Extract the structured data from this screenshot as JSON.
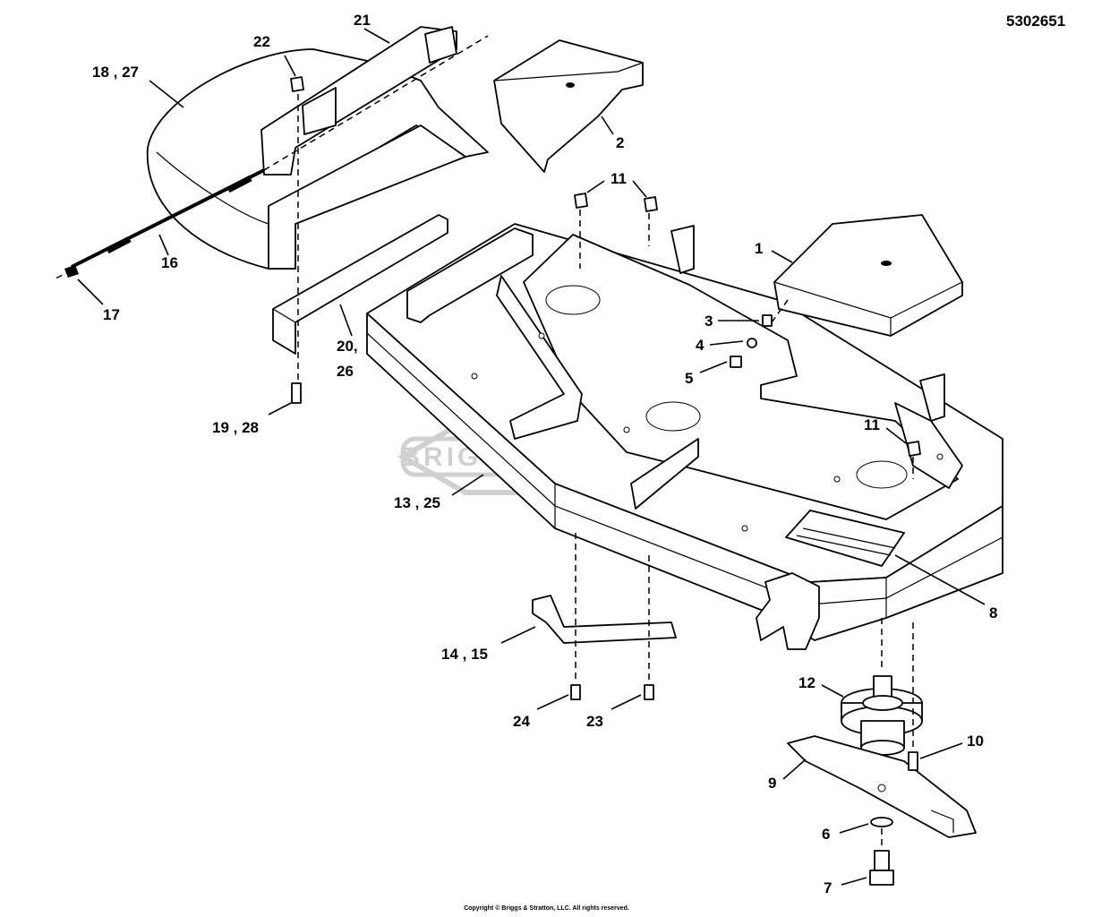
{
  "document_number": "5302651",
  "copyright": "Copyright © Briggs & Stratton, LLC. All rights reserved.",
  "watermark": "BRIGGS & STRATTON",
  "callouts": {
    "c1": "1",
    "c2": "2",
    "c3": "3",
    "c4": "4",
    "c5": "5",
    "c6": "6",
    "c7": "7",
    "c8": "8",
    "c9": "9",
    "c10": "10",
    "c11a": "11",
    "c11b": "11",
    "c12": "12",
    "c13_25": "13 , 25",
    "c14_15": "14 , 15",
    "c16": "16",
    "c17": "17",
    "c18_27": "18 , 27",
    "c19_28": "19 , 28",
    "c20": "20,",
    "c26": "26",
    "c21": "21",
    "c22": "22",
    "c23": "23",
    "c24": "24"
  }
}
